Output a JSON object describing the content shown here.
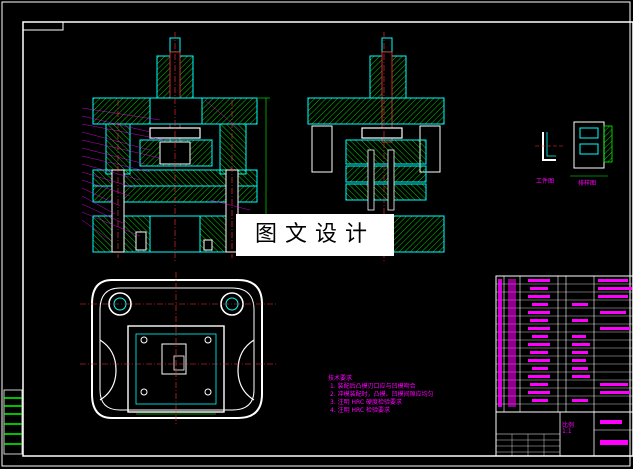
{
  "colors": {
    "frame": "#ffffff",
    "part": "#00ffff",
    "hatch": "#00ff00",
    "center": "#ff3333",
    "dim": "#00ff00",
    "text": "#ff00ff",
    "background": "#000000"
  },
  "watermark": "图文设计",
  "notes": {
    "title": "技术要求",
    "lines": [
      "1. 装配后凸模刃口应与凹模吻合",
      "2. 冲模装配时，凸模、凹模间隙应均匀",
      "3. 注明 HRC 硬度检验要求",
      "4. 注明 HRC 检验要求"
    ]
  },
  "views": {
    "workpiece": "工件图",
    "layout": "排样图"
  },
  "title_block": {
    "scale_text": "比例",
    "ratio": "1:1"
  }
}
